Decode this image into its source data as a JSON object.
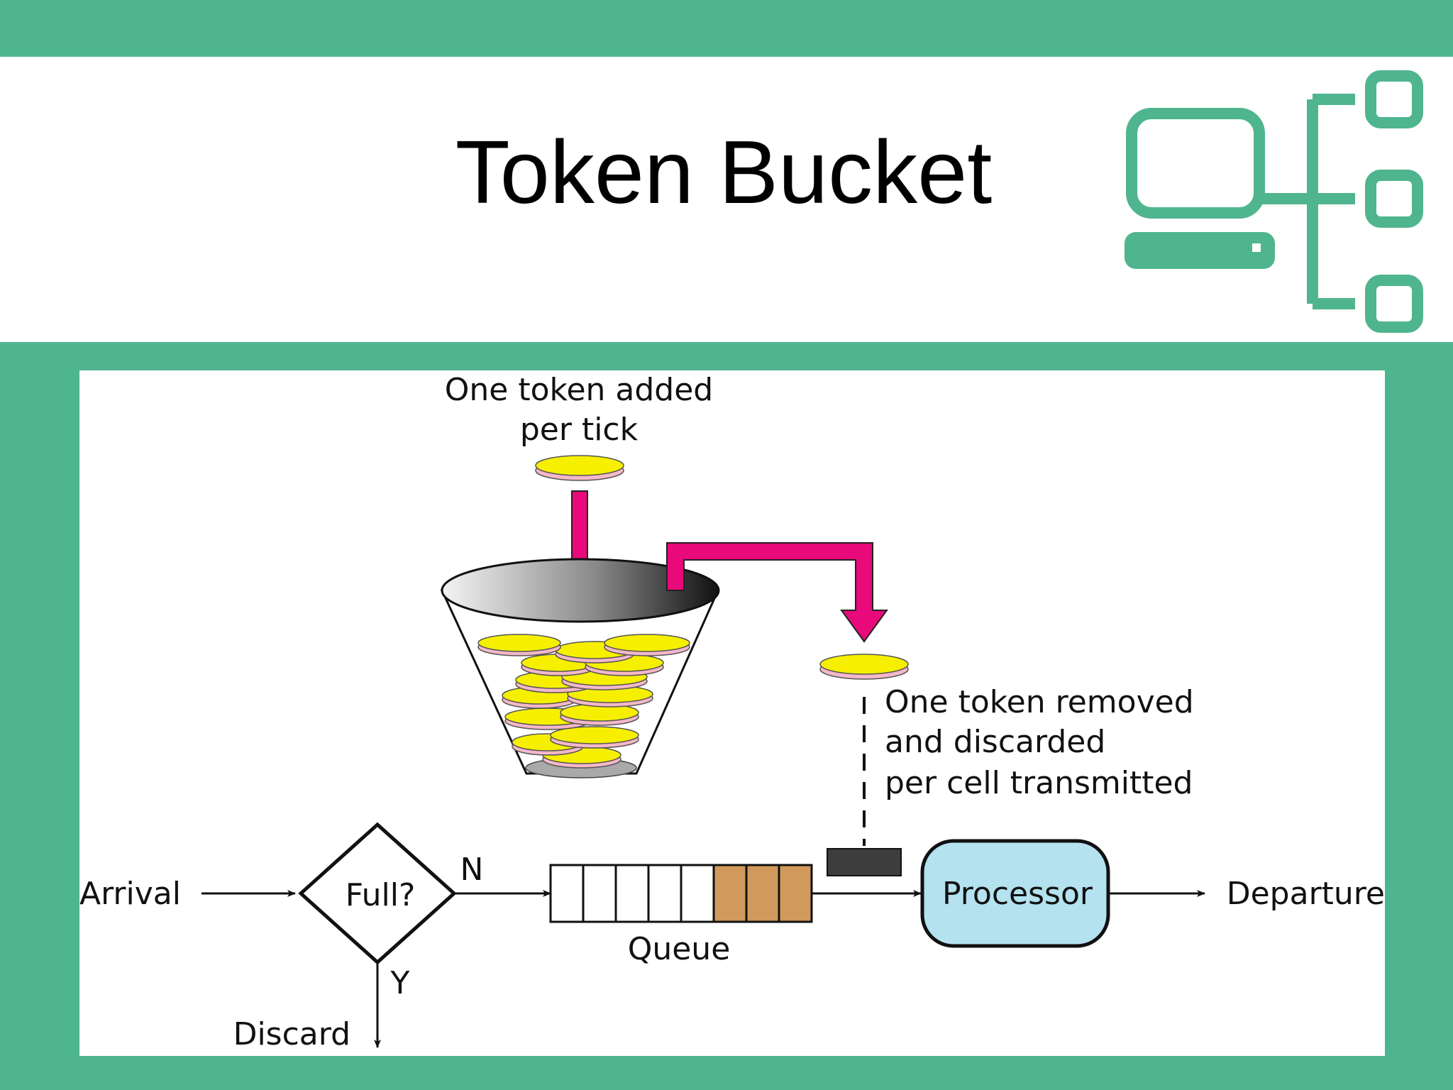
{
  "slide": {
    "title": "Token Bucket"
  },
  "diagram": {
    "token_added_line1": "One token added",
    "token_added_line2": "per tick",
    "token_removed_line1": "One token removed",
    "token_removed_line2": "and discarded",
    "token_removed_line3": "per cell transmitted",
    "arrival": "Arrival",
    "decision": "Full?",
    "no_branch": "N",
    "yes_branch": "Y",
    "discard": "Discard",
    "queue": "Queue",
    "processor": "Processor",
    "departure": "Departure"
  },
  "colors": {
    "accent_green": "#4fb58f",
    "token_yellow": "#f6f000",
    "token_edge_pink": "#f5b8c8",
    "arrow_magenta": "#e8097a",
    "queue_filled": "#d19a5c",
    "processor_fill": "#b4e2ef"
  }
}
